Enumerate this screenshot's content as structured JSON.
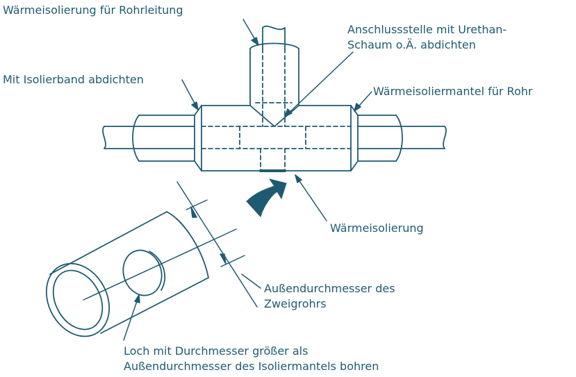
{
  "labels": {
    "pipe_insulation": "Wärmeisolierung für Rohrleitung",
    "urethane_line1": "Anschlussstelle mit Urethan-",
    "urethane_line2": "Schaum o.Ä. abdichten",
    "tape_seal": "Mit Isolierband abdichten",
    "jacket": "Wärmeisoliermantel für Rohr",
    "insulation": "Wärmeisolierung",
    "outer_dia_line1": "Außendurchmesser des",
    "outer_dia_line2": "Zweigrohrs",
    "hole_line1": "Loch mit Durchmesser größer als",
    "hole_line2": "Außendurchmesser des Isoliermantels bohren"
  },
  "colors": {
    "line": "#1f5a73",
    "text": "#1f5a73",
    "arrow_fill": "#1f5a73",
    "background": "#ffffff"
  }
}
